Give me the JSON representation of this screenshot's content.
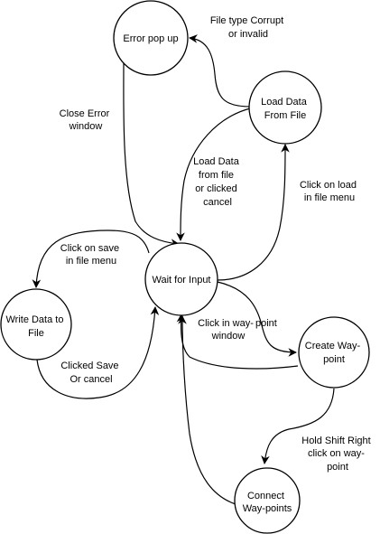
{
  "diagram": {
    "nodes": {
      "error_popup": {
        "lines": [
          "Error pop up"
        ]
      },
      "load_data": {
        "lines": [
          "Load Data",
          "From File"
        ]
      },
      "wait_input": {
        "lines": [
          "Wait for Input"
        ]
      },
      "write_data": {
        "lines": [
          "Write Data to",
          "File"
        ]
      },
      "create_waypoint": {
        "lines": [
          "Create Way-",
          "point"
        ]
      },
      "connect_waypoints": {
        "lines": [
          "Connect",
          "Way-points"
        ]
      }
    },
    "edges": {
      "file_corrupt": {
        "lines": [
          "File type Corrupt",
          "or invalid"
        ]
      },
      "close_error": {
        "lines": [
          "Close Error",
          "window"
        ]
      },
      "load_or_cancel": {
        "lines": [
          "Load Data",
          "from file",
          "or clicked",
          "cancel"
        ]
      },
      "click_load": {
        "lines": [
          "Click on load",
          "in file menu"
        ]
      },
      "click_save": {
        "lines": [
          "Click on save",
          "in file menu"
        ]
      },
      "clicked_save_cancel": {
        "lines": [
          "Clicked Save",
          "Or cancel"
        ]
      },
      "click_waypoint_window": {
        "lines": [
          "Click in way-",
          "point",
          "window"
        ]
      },
      "hold_shift": {
        "lines": [
          "Hold Shift Right",
          "click on way-",
          "point"
        ]
      },
      "connect_return": {
        "lines": []
      }
    }
  }
}
